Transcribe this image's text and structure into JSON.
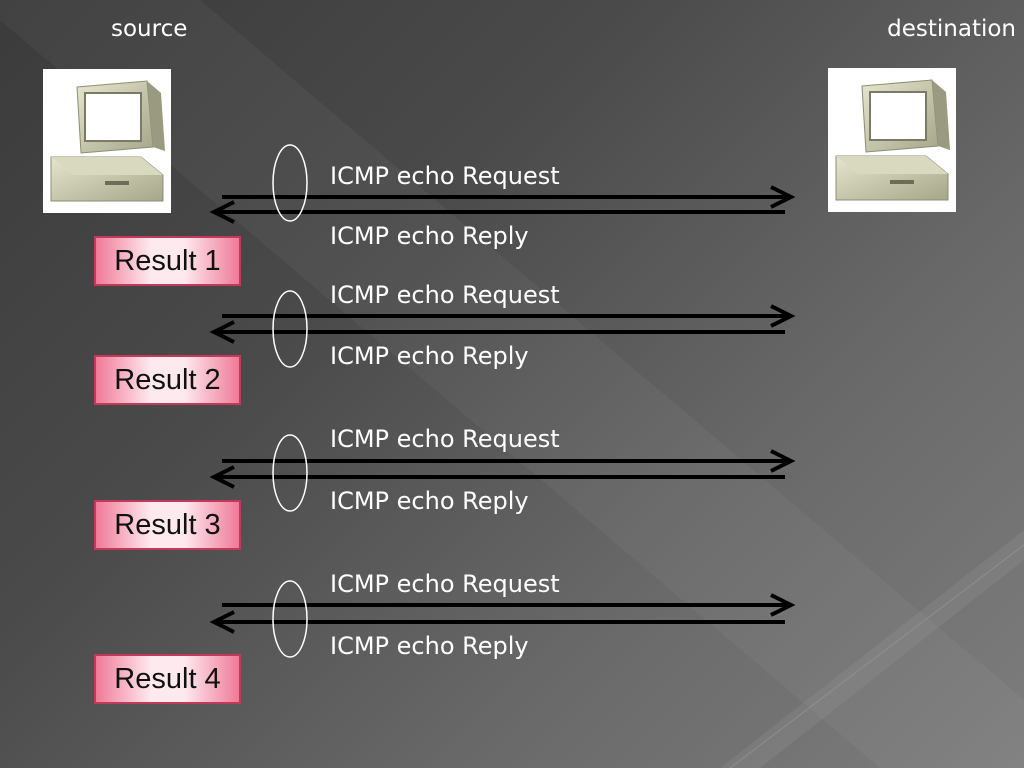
{
  "source": {
    "label": "source",
    "icon": "computer-icon"
  },
  "destination": {
    "label": "destination",
    "icon": "computer-icon"
  },
  "exchanges": [
    {
      "request": "ICMP echo Request",
      "reply": "ICMP echo Reply",
      "result": "Result 1"
    },
    {
      "request": "ICMP echo Request",
      "reply": "ICMP echo Reply",
      "result": "Result 2"
    },
    {
      "request": "ICMP echo Request",
      "reply": "ICMP echo Reply",
      "result": "Result 3"
    },
    {
      "request": "ICMP echo Request",
      "reply": "ICMP echo Reply",
      "result": "Result 4"
    }
  ],
  "colors": {
    "background": "#4a4a4a",
    "text": "#ffffff",
    "arrow": "#000000",
    "result_accent": "#f07a98",
    "result_border": "#c23a5a"
  }
}
